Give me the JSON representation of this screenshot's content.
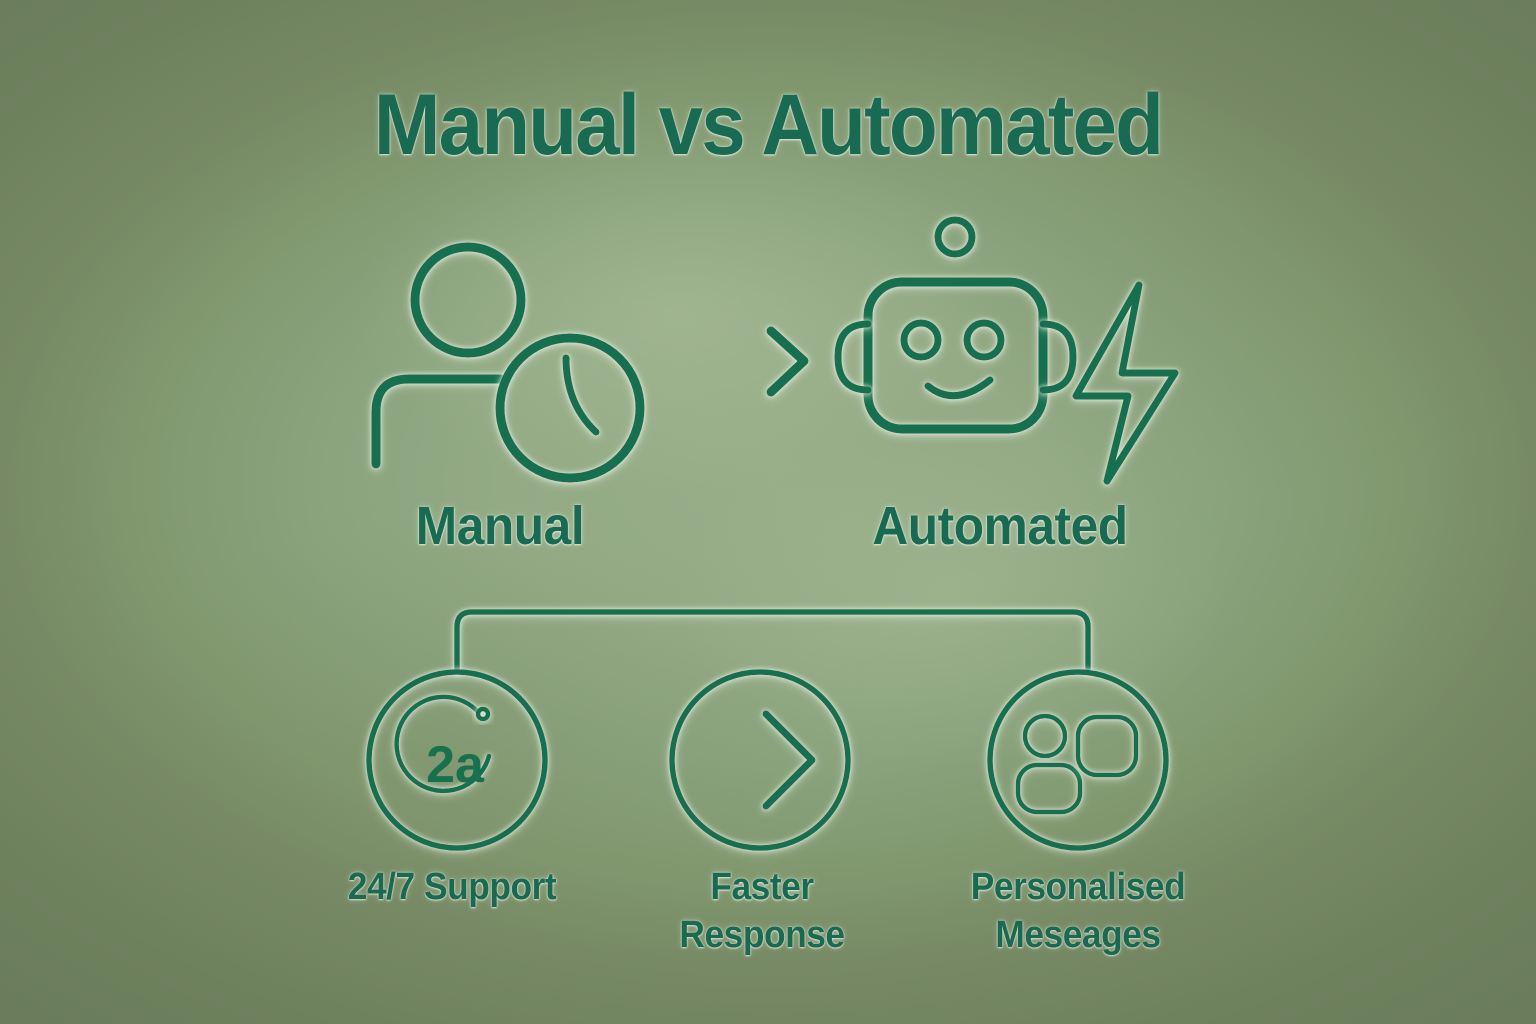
{
  "title": "Manual vs Automated",
  "comparison": {
    "left": {
      "label": "Manual",
      "icon": "person-with-clock-icon"
    },
    "arrow": {
      "icon": "arrow-right-icon"
    },
    "right": {
      "label": "Automated",
      "icon": "robot-head-with-lightning-icon"
    }
  },
  "benefits": [
    {
      "label": "24/7 Support",
      "icon": "clock-24h-circle-icon",
      "icon_text": "2a"
    },
    {
      "label": "Faster\nResponse",
      "icon": "arrow-right-circle-icon"
    },
    {
      "label": "Personalised\nMeseages",
      "icon": "personalised-message-circle-icon"
    }
  ],
  "colors": {
    "stroke": "#18704f",
    "text": "#186b52",
    "background_center": "#97ae89",
    "background_edge": "#768a64",
    "glow": "#ecf3e4"
  }
}
